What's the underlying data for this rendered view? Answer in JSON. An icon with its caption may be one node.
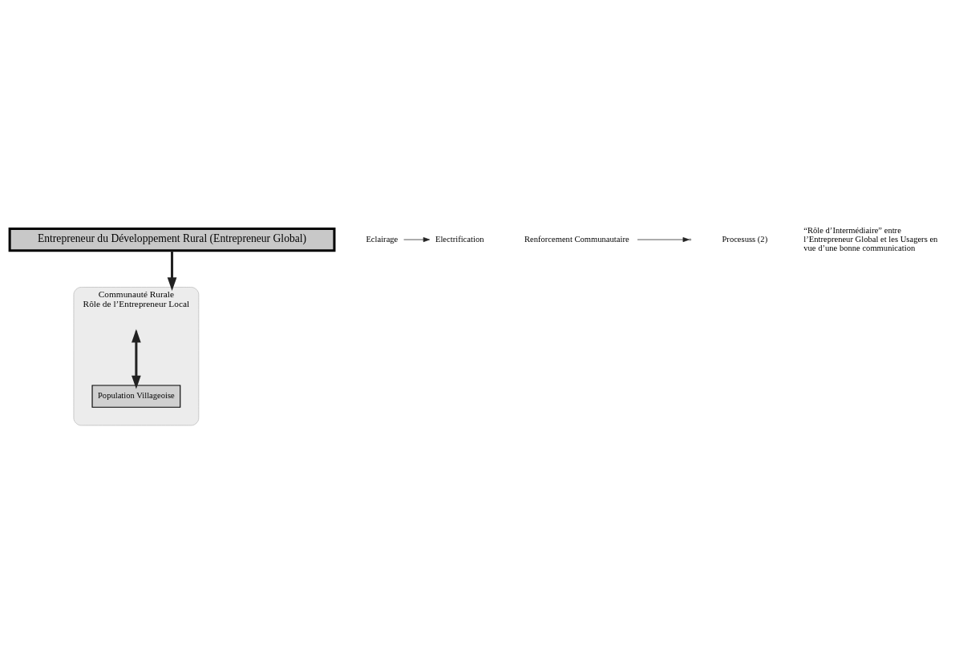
{
  "diagram": {
    "nodes": [
      {
        "text": [
          "Entrepreneur du Développement Rural (Entrepreneur Global)"
        ]
      },
      {
        "text": [
          "Communauté Rurale",
          "Rôle de l’Entrepreneur Local"
        ]
      },
      {
        "text": [
          "Population Villageoise"
        ],
        "in": 1
      },
      {
        "text": [
          "Eclairage"
        ]
      },
      {
        "text": [
          "Electrification"
        ]
      },
      {
        "text": [
          "Renforcement Communautaire"
        ]
      }
    ],
    "edges": [
      {
        "from": 0,
        "to": 1,
        "arrow": "to",
        "style": "thick"
      },
      {
        "from": null,
        "to": 2,
        "arrow": "both",
        "style": "thick"
      },
      {
        "from": 3,
        "to": 4,
        "arrow": "to"
      },
      {
        "from": 5,
        "to": null,
        "arrow": "to"
      }
    ],
    "labels": [
      "Procesuss (2)",
      "“Rôle d’Intermédiaire” entre l’Entrepreneur Global et les Usagers en vue d’une bonne communication"
    ]
  }
}
